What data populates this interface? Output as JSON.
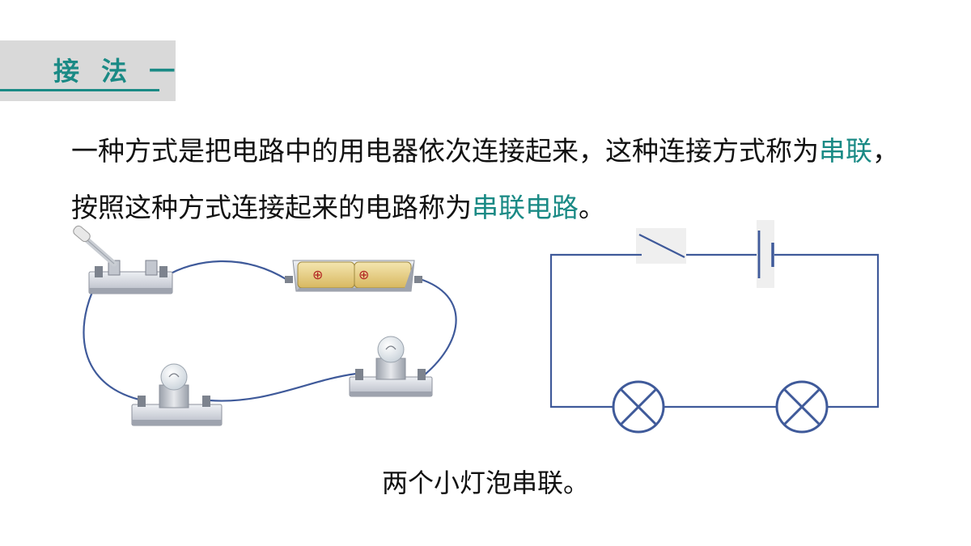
{
  "header": {
    "title": "接 法 一"
  },
  "paragraph": {
    "part1": "一种方式是把电路中的用电器依次连接起来，这种连接方式称为",
    "term1": "串联",
    "part2": "，按照这种方式连接起来的电路称为",
    "term2": "串联电路",
    "part3": "。"
  },
  "caption": "两个小灯泡串联。",
  "colors": {
    "accent": "#1a8a85",
    "wire": "#3f5a9a",
    "header_bg": "#d9d9d9"
  },
  "battery": {
    "cell_symbol": "⊕"
  }
}
